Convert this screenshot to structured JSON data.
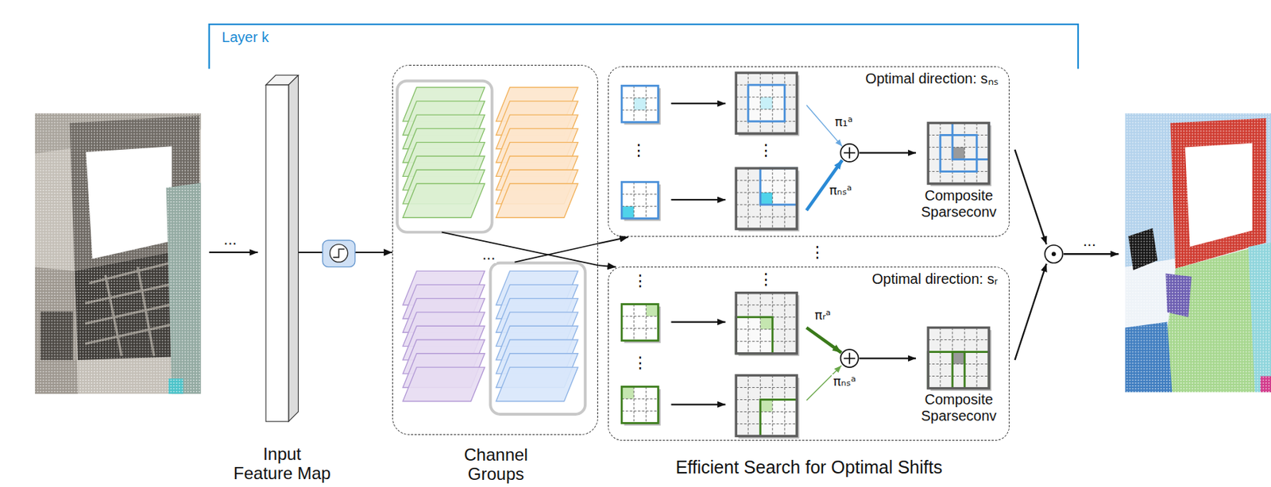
{
  "diagram": {
    "nodes": [
      {
        "text": [
          "Input Feature Map"
        ]
      },
      {
        "text": [
          "Channel Groups"
        ]
      },
      {
        "text": [
          "Optimal direction: sₙₛ"
        ]
      },
      {
        "text": [
          "Composite Sparseconv"
        ],
        "in": 2
      },
      {
        "text": [
          "Optimal direction: sᵣ"
        ]
      },
      {
        "text": [
          "Composite Sparseconv"
        ],
        "in": 4
      }
    ],
    "edges": [
      {
        "from": 0,
        "to": 1,
        "arrow": "to"
      },
      {
        "from": 1,
        "to": 2,
        "arrow": "to"
      },
      {
        "from": 1,
        "to": 4,
        "arrow": "to"
      }
    ],
    "labels": [
      "Layer k",
      "...",
      "...",
      "⋮",
      "⋮",
      "⋮",
      "π₁ᵃ",
      "πₙₛᵃ",
      "⋮",
      "⋮",
      "⋮",
      "πᵣᵃ",
      "πₙₛᵃ",
      "...",
      "Efficient Search for Optimal Shifts"
    ]
  }
}
